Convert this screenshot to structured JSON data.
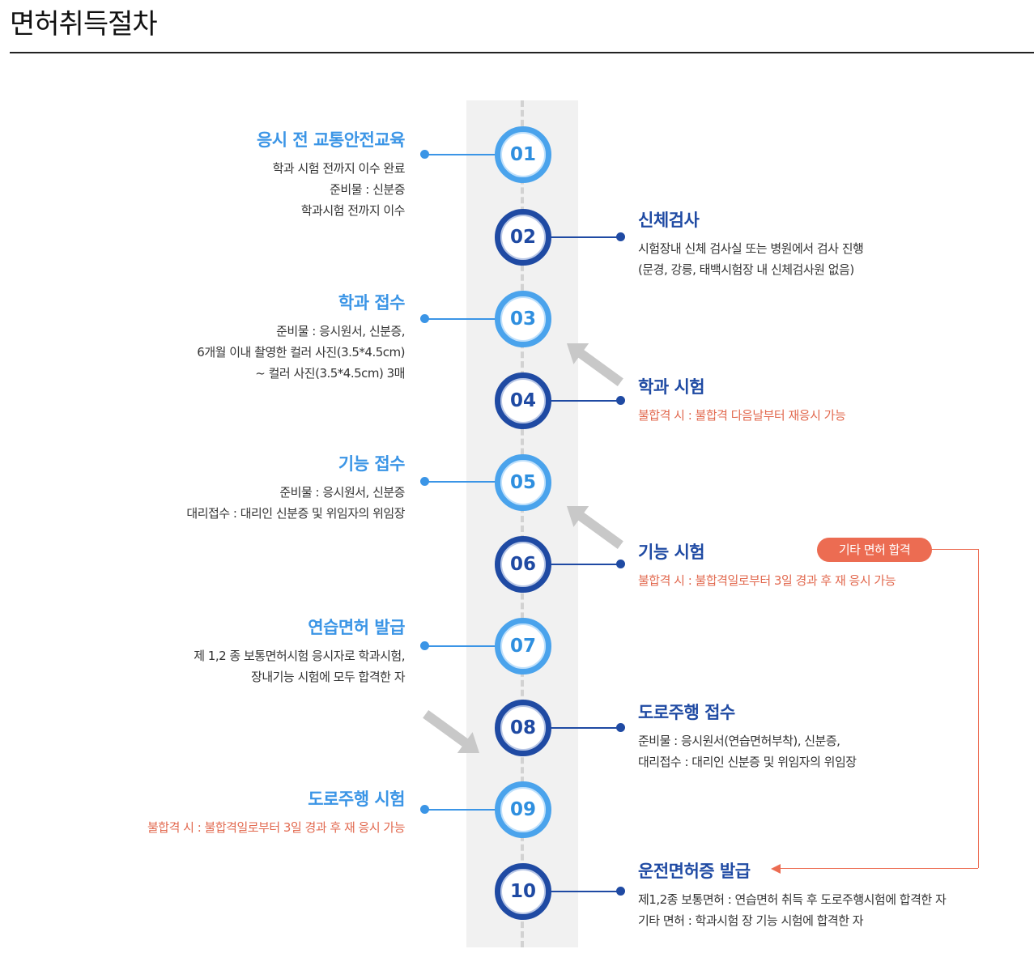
{
  "page": {
    "title": "면허취득절차"
  },
  "steps": [
    {
      "num": "01",
      "title": "응시 전 교통안전교육",
      "lines": [
        "학과 시험 전까지 이수 완료",
        "준비물 : 신분증",
        "학과시험 전까지 이수"
      ]
    },
    {
      "num": "02",
      "title": "신체검사",
      "lines": [
        "시험장내 신체 검사실 또는 병원에서 검사 진행",
        "(문경, 강릉, 태백시험장 내 신체검사원 없음)"
      ]
    },
    {
      "num": "03",
      "title": "학과 접수",
      "lines": [
        "준비물 : 응시원서, 신분증,",
        "6개월 이내 촬영한 컬러 사진(3.5*4.5cm)",
        "~ 컬러 사진(3.5*4.5cm) 3매"
      ]
    },
    {
      "num": "04",
      "title": "학과 시험",
      "lines": [
        "불합격 시 : 불합격 다음날부터 재응시 가능"
      ]
    },
    {
      "num": "05",
      "title": "기능 접수",
      "lines": [
        "준비물 : 응시원서, 신분증",
        "대리접수 : 대리인 신분증 및 위임자의 위임장"
      ]
    },
    {
      "num": "06",
      "title": "기능 시험",
      "lines": [
        "불합격 시 : 불합격일로부터 3일 경과 후 재 응시 가능"
      ]
    },
    {
      "num": "07",
      "title": "연습면허 발급",
      "lines": [
        "제 1,2 종 보통면허시험 응시자로 학과시험,",
        "장내기능 시험에 모두 합격한 자"
      ]
    },
    {
      "num": "08",
      "title": "도로주행 접수",
      "lines": [
        "준비물 : 응시원서(연습면허부착), 신분증,",
        "대리접수 : 대리인 신분증 및 위임자의 위임장"
      ]
    },
    {
      "num": "09",
      "title": "도로주행 시험",
      "lines": [
        "불합격 시 : 불합격일로부터 3일 경과 후 재 응시 가능"
      ]
    },
    {
      "num": "10",
      "title": "운전면허증 발급",
      "lines": [
        "제1,2종 보통면허 : 연습면허 취득 후 도로주행시험에 합격한 자",
        "기타 면허 : 학과시험 장 기능 시험에 합격한 자"
      ]
    }
  ],
  "badge": {
    "label": "기타 면허 합격"
  },
  "colors": {
    "light_blue": "#3b95e6",
    "dark_blue": "#1f4aa3",
    "warn": "#e2694f",
    "arrow_gray": "#c8c8c8"
  }
}
